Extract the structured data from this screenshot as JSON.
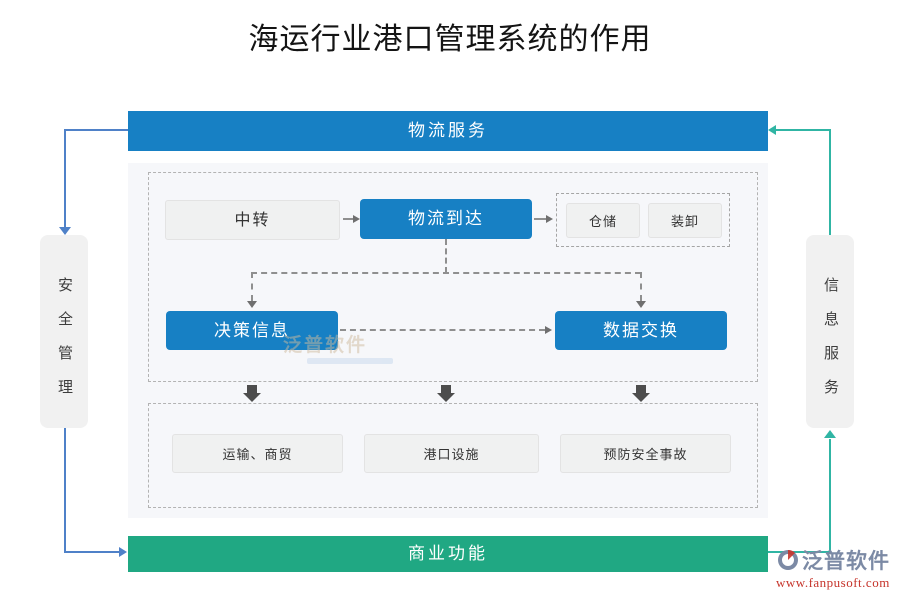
{
  "title": "海运行业港口管理系统的作用",
  "top_banner": {
    "label": "物流服务"
  },
  "bottom_banner": {
    "label": "商业功能"
  },
  "side_left": {
    "label": "安全管理"
  },
  "side_right": {
    "label": "信息服务"
  },
  "flow": {
    "transit": {
      "label": "中转"
    },
    "arrival": {
      "label": "物流到达"
    },
    "warehouse": {
      "label": "仓储"
    },
    "unloading": {
      "label": "装卸"
    },
    "decision": {
      "label": "决策信息"
    },
    "exchange": {
      "label": "数据交换"
    }
  },
  "functions_row": {
    "items": [
      {
        "label": "运输、商贸"
      },
      {
        "label": "港口设施"
      },
      {
        "label": "预防安全事故"
      }
    ]
  },
  "watermark": {
    "brand": "泛普软件"
  },
  "footer_logo": {
    "brand": "泛普软件",
    "site": "www.fanpusoft.com"
  },
  "colors": {
    "banner_blue": "#1780c4",
    "banner_green": "#20a883",
    "node_blue": "#1780c4",
    "connector_blue": "#4f81c8",
    "connector_teal": "#30b5a4",
    "dashed_gray": "#8f8f8f",
    "thick_arrow_gray": "#4d4d4d",
    "logo_slate": "#7c8aa5",
    "logo_red": "#c6342b"
  }
}
